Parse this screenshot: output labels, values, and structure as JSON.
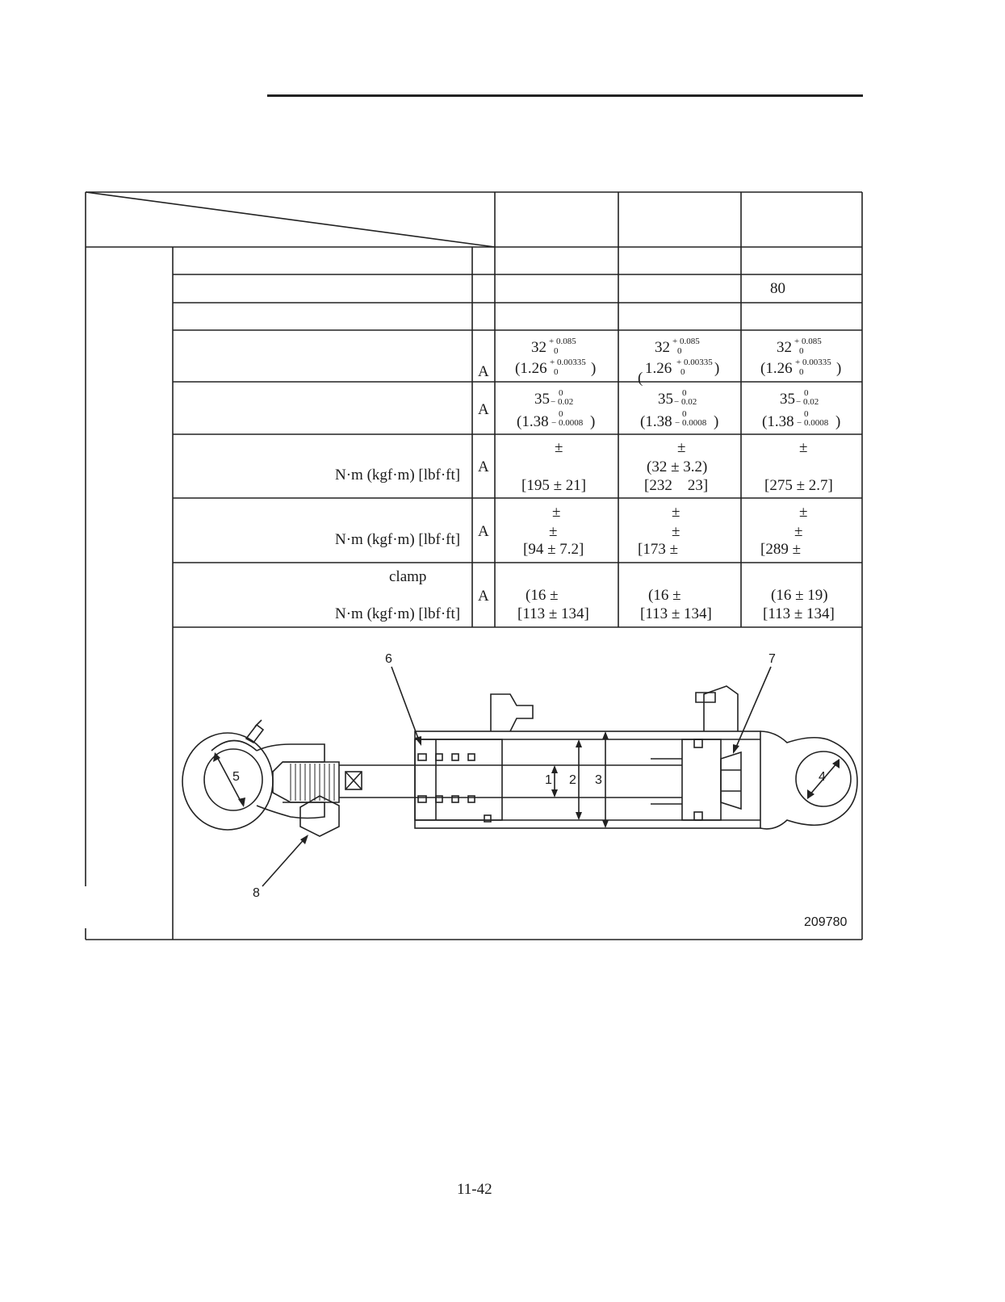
{
  "table": {
    "row_lift_value": "80",
    "rows": {
      "bushing_id": {
        "col1": {
          "main": "32",
          "tol_up": "+ 0.085",
          "tol_low": "0",
          "in_open": "(1.26",
          "in_tol_up": "+ 0.00335",
          "in_tol_low": "0",
          "in_close": ")"
        },
        "col2": {
          "main": "32",
          "tol_up": "+ 0.085",
          "tol_low": "0",
          "in_open": "1.26",
          "in_tol_up": "+ 0.00335",
          "in_tol_low": "0",
          "in_close": ")"
        },
        "col3": {
          "main": "32",
          "tol_up": "+ 0.085",
          "tol_low": "0",
          "in_open": "(1.26",
          "in_tol_up": "+ 0.00335",
          "in_tol_low": "0",
          "in_close": ")"
        },
        "grade": "A"
      },
      "pin_od": {
        "col1": {
          "main": "35",
          "tol_up": "0",
          "tol_low": "− 0.02",
          "in_open": "(1.38",
          "in_tol_up": "0",
          "in_tol_low": "− 0.0008",
          "in_close": ")"
        },
        "col2": {
          "main": "35",
          "tol_up": "0",
          "tol_low": "− 0.02",
          "in_open": "(1.38",
          "in_tol_up": "0",
          "in_tol_low": "− 0.0008",
          "in_close": ")"
        },
        "col3": {
          "main": "35",
          "tol_up": "0",
          "tol_low": "− 0.02",
          "in_open": "(1.38",
          "in_tol_up": "0",
          "in_tol_low": "− 0.0008",
          "in_close": ")"
        },
        "grade": "A"
      },
      "torque_piston": {
        "unit": "N·m (kgf·m) [lbf·ft]",
        "grade": "A",
        "col1": {
          "l1": "±",
          "l2": "",
          "l3": "[195 ± 21]"
        },
        "col2": {
          "l1": "±",
          "l2": "(32 ± 3.2)",
          "l3": "[232    23]"
        },
        "col3": {
          "l1": "±",
          "l2": "",
          "l3": "[275 ± 2.7]"
        }
      },
      "torque_head": {
        "unit": "N·m (kgf·m) [lbf·ft]",
        "grade": "A",
        "col1": {
          "l1": "±",
          "l2": "±",
          "l3": "[94 ± 7.2]"
        },
        "col2": {
          "l1": "±",
          "l2": "±",
          "l3": "[173 ±"
        },
        "col3": {
          "l1": "±",
          "l2": "±",
          "l3": "[289 ±"
        }
      },
      "torque_clamp": {
        "label": "clamp",
        "unit": "N·m (kgf·m) [lbf·ft]",
        "grade": "A",
        "col1": {
          "l1": "(16 ±",
          "l2": "[113 ± 134]"
        },
        "col2": {
          "l1": "(16 ±",
          "l2": "[113 ± 134]"
        },
        "col3": {
          "l1": "(16 ± 19)",
          "l2": "[113 ± 134]"
        }
      }
    }
  },
  "figure": {
    "callouts": [
      "1",
      "2",
      "3",
      "4",
      "5",
      "6",
      "7",
      "8"
    ],
    "figure_id": "209780"
  },
  "page_number": "11-42"
}
